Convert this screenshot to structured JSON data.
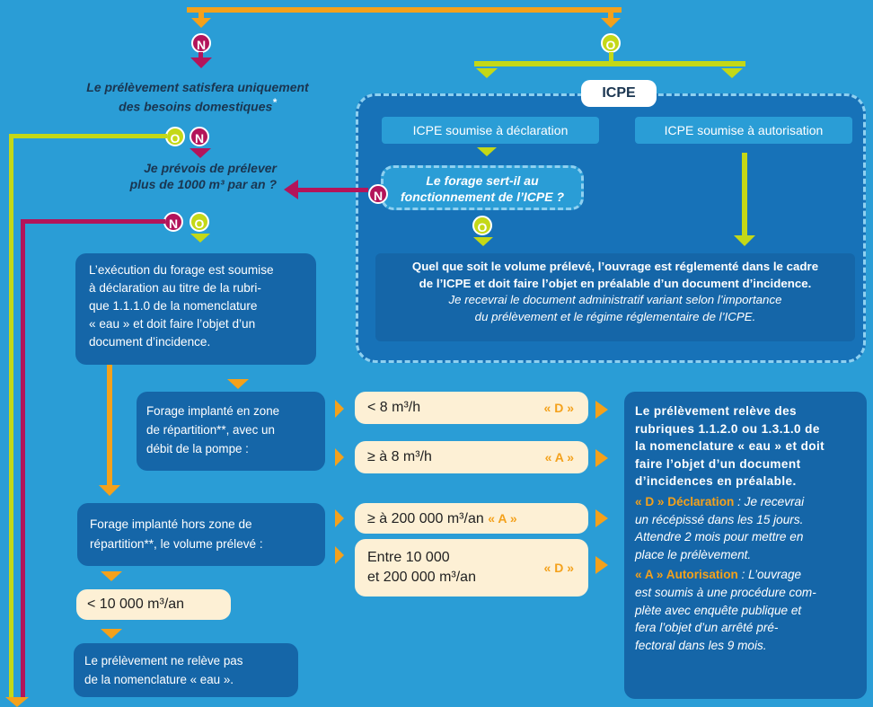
{
  "badges": {
    "n": "N",
    "o": "O"
  },
  "q_domestic": [
    "Le prélèvement satisfera uniquement",
    "des besoins domestiques"
  ],
  "q_domestic_star": "*",
  "q_1000": [
    "Je prévois de prélever",
    "plus de 1000 m³ par an ?"
  ],
  "icpe": {
    "label": "ICPE",
    "declaration": "ICPE soumise à déclaration",
    "autorisation": "ICPE soumise à autorisation",
    "forage_question": [
      "Le forage sert-il au",
      "fonctionnement de l’ICPE ?"
    ],
    "result_bold": [
      "Quel que soit le volume prélevé, l’ouvrage est réglementé dans le cadre",
      "de l’ICPE et doit faire l’objet en préalable d’un document d’incidence."
    ],
    "result_italic": [
      "Je recevrai le document administratif variant selon l’importance",
      "du prélèvement et le régime réglementaire de l’ICPE."
    ]
  },
  "declaration_box": [
    "L’exécution du forage est soumise",
    "à déclaration au titre de la rubri-",
    "que 1.1.1.0 de la nomenclature",
    "« eau » et doit faire l’objet d’un",
    "document d’incidence."
  ],
  "zone_box": [
    "Forage implanté en zone",
    "de répartition**, avec un",
    "débit de la pompe :"
  ],
  "hors_zone_box": [
    "Forage implanté hors zone de",
    "répartition**, le volume prélevé :"
  ],
  "flows": {
    "lt8": {
      "value": "< 8 m³/h",
      "tag": "« D »"
    },
    "ge8": {
      "value": "≥  à 8 m³/h",
      "tag": "« A »"
    },
    "ge200": {
      "value": "≥ à 200 000 m³/an",
      "tag": "« A »"
    },
    "between": {
      "line1": "Entre 10 000",
      "line2": "et 200 000 m³/an",
      "tag": "« D »"
    },
    "lt10": {
      "value": "< 10 000 m³/an"
    }
  },
  "no_nomenclature": [
    "Le prélèvement ne relève pas",
    "de la nomenclature « eau »."
  ],
  "right_box": {
    "intro": [
      "Le prélèvement relève des",
      "rubriques 1.1.2.0 ou 1.3.1.0 de",
      "la nomenclature « eau » et doit",
      "faire l’objet d’un document",
      "d’incidences en préalable."
    ],
    "d_label": "« D » Déclaration",
    "d_text": [
      " : Je recevrai",
      "un récépissé dans les 15 jours.",
      "Attendre 2 mois pour mettre en",
      "place le prélèvement."
    ],
    "a_label": "« A » Autorisation",
    "a_text": [
      " : L’ouvrage",
      "est soumis à une procédure com-",
      "plète avec enquête publique et",
      "fera l’objet d’un arrêté pré-",
      "fectoral dans les 9 mois."
    ]
  },
  "colors": {
    "background": "#2a9dd6",
    "box": "#1566a8",
    "orange": "#f4a11b",
    "green": "#c4d817",
    "magenta": "#b3145a",
    "cream": "#fdf0d5"
  }
}
